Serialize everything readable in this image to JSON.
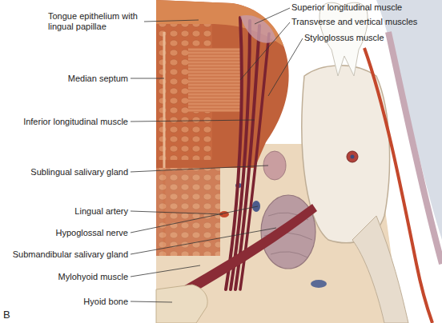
{
  "diagram": {
    "labels": [
      "Superior longitudinal muscle",
      "Tongue epithelium with lingual papillae",
      "Transverse and vertical muscles",
      "Styloglossus muscle",
      "Median septum",
      "Inferior longitudinal muscle",
      "Sublingual salivary gland",
      "Lingual artery",
      "Hypoglossal nerve",
      "Submandibular salivary gland",
      "Mylohyoid muscle",
      "Hyoid bone",
      "B"
    ]
  }
}
